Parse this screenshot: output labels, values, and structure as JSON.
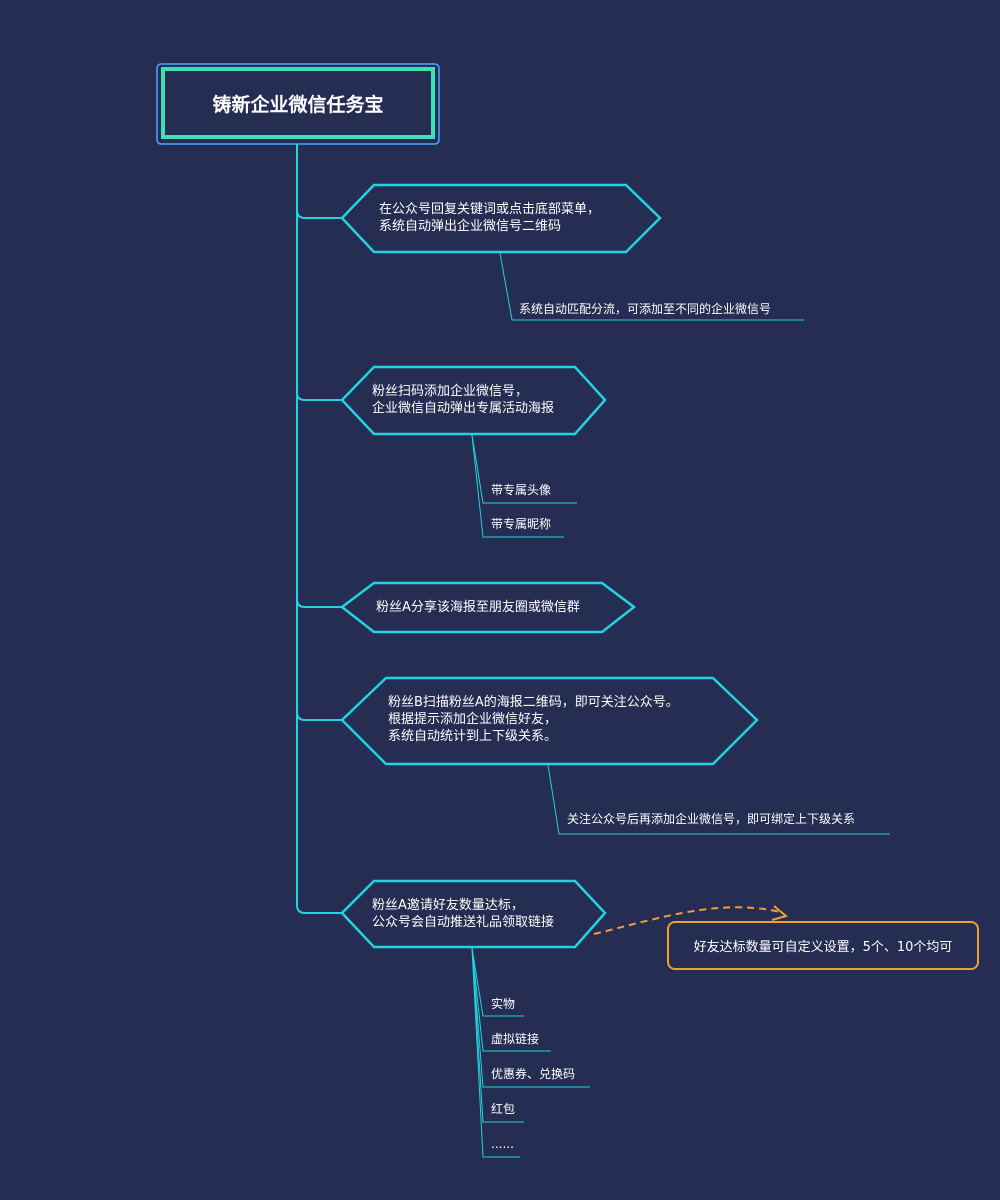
{
  "root": {
    "title": "铸新企业微信任务宝"
  },
  "steps": [
    {
      "text": "在公众号回复关键词或点击底部菜单，\n系统自动弹出企业微信号二维码",
      "children": [
        "系统自动匹配分流，可添加至不同的企业微信号"
      ]
    },
    {
      "text": "粉丝扫码添加企业微信号，\n企业微信自动弹出专属活动海报",
      "children": [
        "带专属头像",
        "带专属昵称"
      ]
    },
    {
      "text": "粉丝A分享该海报至朋友圈或微信群",
      "children": []
    },
    {
      "text": "粉丝B扫描粉丝A的海报二维码，即可关注公众号。\n根据提示添加企业微信好友，\n系统自动统计到上下级关系。",
      "children": [
        "关注公众号后再添加企业微信号，即可绑定上下级关系"
      ]
    },
    {
      "text": "粉丝A邀请好友数量达标，\n公众号会自动推送礼品领取链接",
      "children": [
        "实物",
        "虚拟链接",
        "优惠券、兑换码",
        "红包",
        "......"
      ]
    }
  ],
  "callout": {
    "text": "好友达标数量可自定义设置，5个、10个均可"
  },
  "colors": {
    "background": "#252d52",
    "root_border": "#3fe0b8",
    "connector": "#22d3e0",
    "callout": "#f0a030"
  }
}
